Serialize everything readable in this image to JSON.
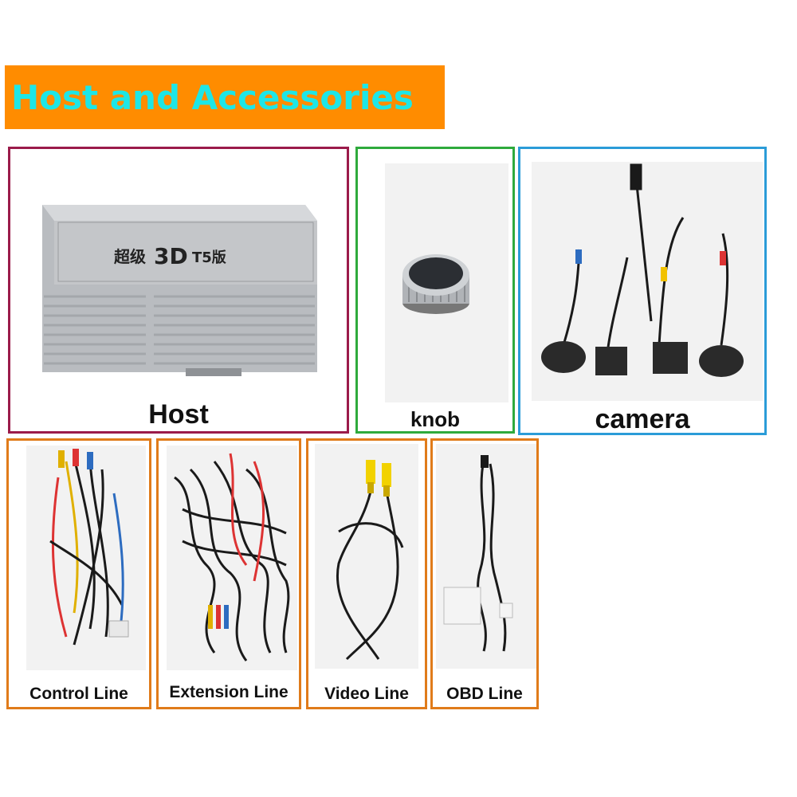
{
  "title": "Host and Accessories",
  "host": {
    "label": "Host",
    "panel_text_cn": "超级",
    "panel_text_3d": "3D",
    "panel_text_model": "T5版"
  },
  "knob": {
    "label": "knob"
  },
  "camera": {
    "label": "camera"
  },
  "control_line": {
    "label": "Control Line"
  },
  "extension_line": {
    "label": "Extension Line"
  },
  "video_line": {
    "label": "Video Line"
  },
  "obd_line": {
    "label": "OBD Line"
  },
  "colors": {
    "banner_bg": "#ff8c00",
    "banner_text": "#1ee6e6",
    "host_border": "#9b1b4a",
    "knob_border": "#2eaa3c",
    "camera_border": "#2b9cd8",
    "line_border": "#e07b1a"
  }
}
